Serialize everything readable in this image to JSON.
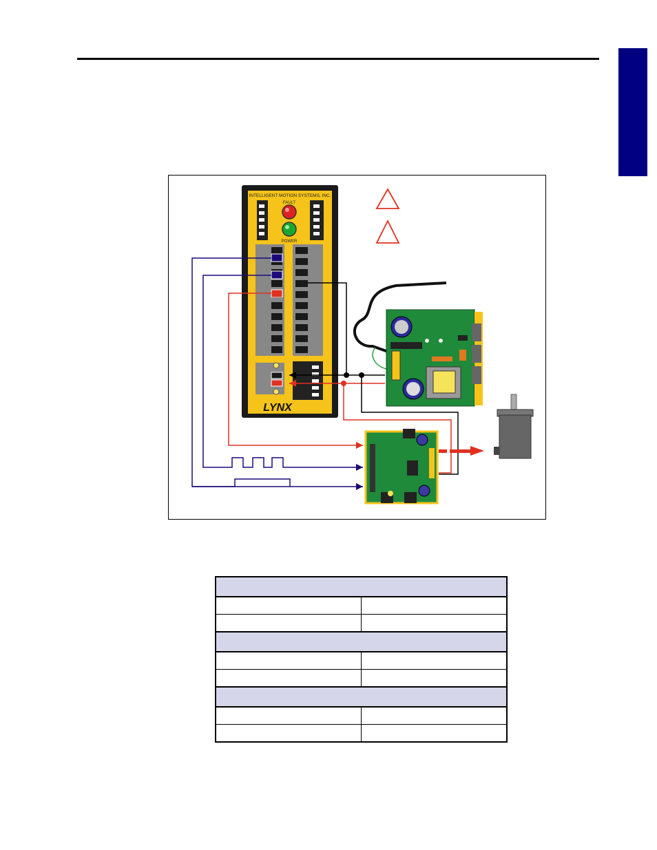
{
  "page": {
    "side_tab_color": "#000080",
    "rule_color": "#000000"
  },
  "figure": {
    "lynx_module": {
      "manufacturer": "INTELLIGENT MOTION SYSTEMS, INC.",
      "fault_label": "FAULT",
      "power_label": "POWER",
      "logo_text": "LYNX",
      "led_colors": {
        "fault": "#e02020",
        "power": "#1aa830"
      }
    },
    "warning_icons": [
      {
        "name": "warning-triangle-1",
        "icon": "caution-triangle-icon"
      },
      {
        "name": "warning-triangle-2",
        "icon": "caution-triangle-icon"
      }
    ],
    "components": {
      "power_supply_board": "green pcb power supply",
      "driver_board": "green pcb microstepping driver",
      "motor": "stepper motor"
    },
    "wire_colors": {
      "logic": "#1a0a7a",
      "power_positive": "#e03020",
      "ground": "#000000",
      "cable": "#101010",
      "module_body": "#f5c31a"
    }
  },
  "table": {
    "sections": [
      {
        "header": "",
        "rows": [
          [
            "",
            ""
          ],
          [
            "",
            ""
          ]
        ]
      },
      {
        "header": "",
        "rows": [
          [
            "",
            ""
          ],
          [
            "",
            ""
          ]
        ]
      },
      {
        "header": "",
        "rows": [
          [
            "",
            ""
          ],
          [
            "",
            ""
          ]
        ]
      }
    ]
  }
}
